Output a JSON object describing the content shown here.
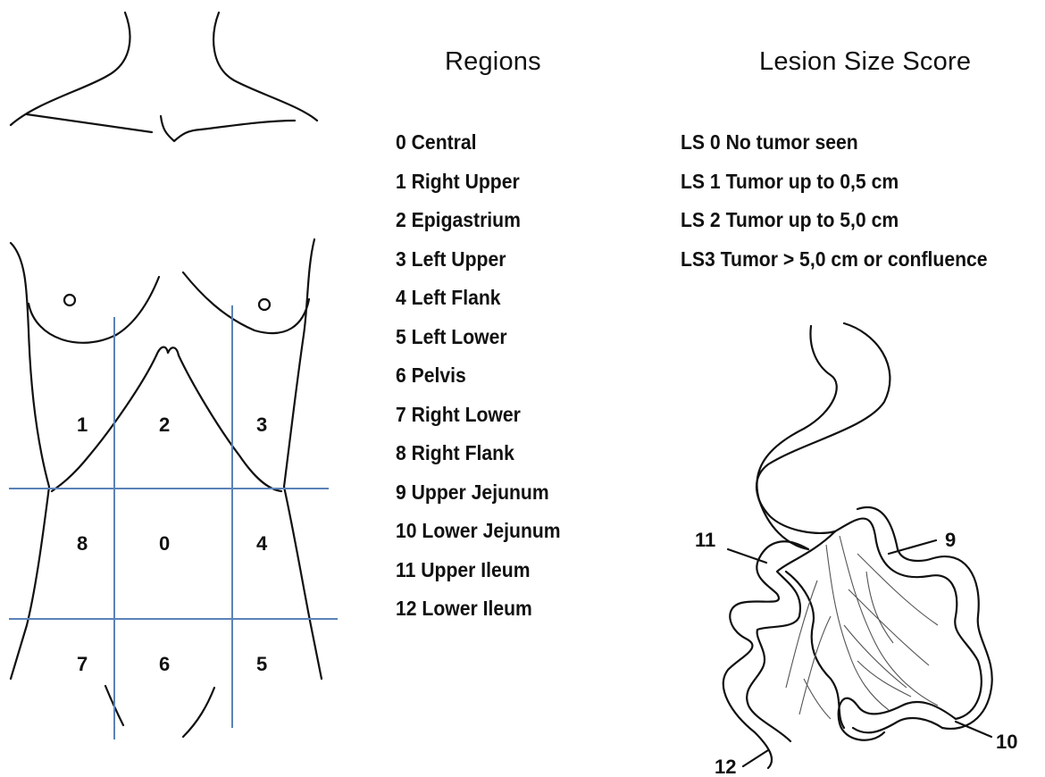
{
  "regions": {
    "title": "Regions",
    "items": [
      "0 Central",
      "1 Right Upper",
      "2 Epigastrium",
      "3 Left Upper",
      "4 Left Flank",
      "5 Left Lower",
      "6 Pelvis",
      "7 Right Lower",
      "8 Right Flank",
      "9 Upper Jejunum",
      "10 Lower Jejunum",
      "11 Upper Ileum",
      "12 Lower Ileum"
    ]
  },
  "lesion_size": {
    "title": "Lesion Size Score",
    "items": [
      "LS 0 No tumor seen",
      "LS 1 Tumor up to 0,5 cm",
      "LS 2 Tumor up to 5,0 cm",
      "LS3 Tumor > 5,0 cm or confluence"
    ]
  },
  "torso_labels": {
    "r1": "1",
    "r2": "2",
    "r3": "3",
    "r8": "8",
    "r0": "0",
    "r4": "4",
    "r7": "7",
    "r6": "6",
    "r5": "5"
  },
  "intestine_labels": {
    "l11": "11",
    "l9": "9",
    "l12": "12",
    "l10": "10"
  },
  "colors": {
    "grid_lines": "#5b82b8",
    "drawing": "#111111"
  }
}
